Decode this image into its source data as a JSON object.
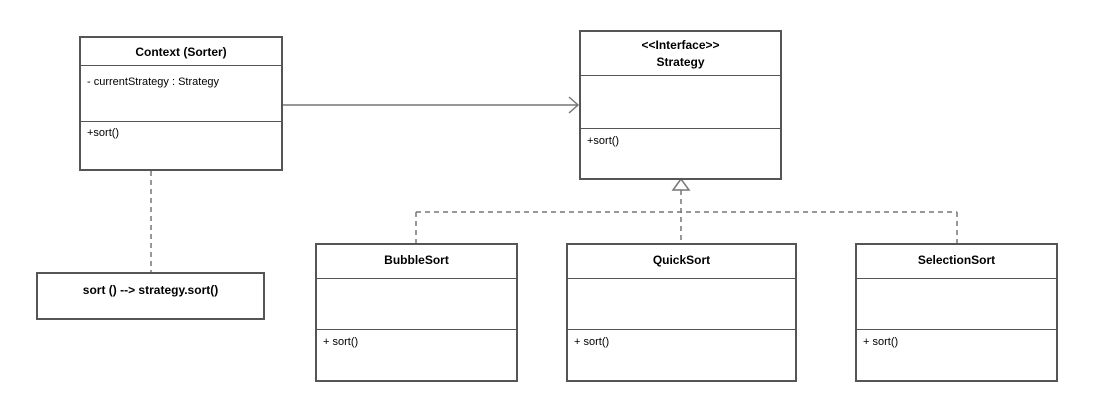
{
  "context": {
    "title": "Context (Sorter)",
    "attribute": "- currentStrategy : Strategy",
    "method": "+sort()"
  },
  "strategy": {
    "stereotype": "<<Interface>>",
    "title": "Strategy",
    "method": "+sort()"
  },
  "note": {
    "text": "sort () --> strategy.sort()"
  },
  "implementations": [
    {
      "title": "BubbleSort",
      "method": "+ sort()"
    },
    {
      "title": "QuickSort",
      "method": "+ sort()"
    },
    {
      "title": "SelectionSort",
      "method": "+ sort()"
    }
  ],
  "colors": {
    "line": "#555555",
    "connector": "#777777"
  }
}
